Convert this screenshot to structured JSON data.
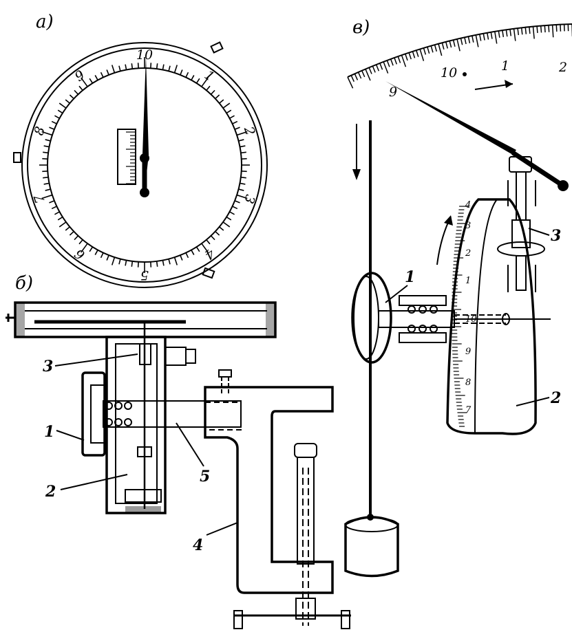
{
  "panels": {
    "a": "а)",
    "b": "б)",
    "c": "в)"
  },
  "dial": {
    "numbers": [
      "10",
      "1",
      "2",
      "3",
      "4",
      "5",
      "6",
      "7",
      "8",
      "9"
    ]
  },
  "upper_scale": {
    "numbers": [
      "9",
      "10",
      "1",
      "2"
    ]
  },
  "disc_scale": {
    "numbers": [
      "4",
      "3",
      "2",
      "1",
      "10",
      "9",
      "8",
      "7"
    ]
  },
  "mechanism_parts": {
    "p1": "1",
    "p2": "2",
    "p3": "3",
    "p4": "4",
    "p5": "5"
  },
  "scheme_parts": {
    "p1": "1",
    "p2": "2",
    "p3": "3"
  }
}
